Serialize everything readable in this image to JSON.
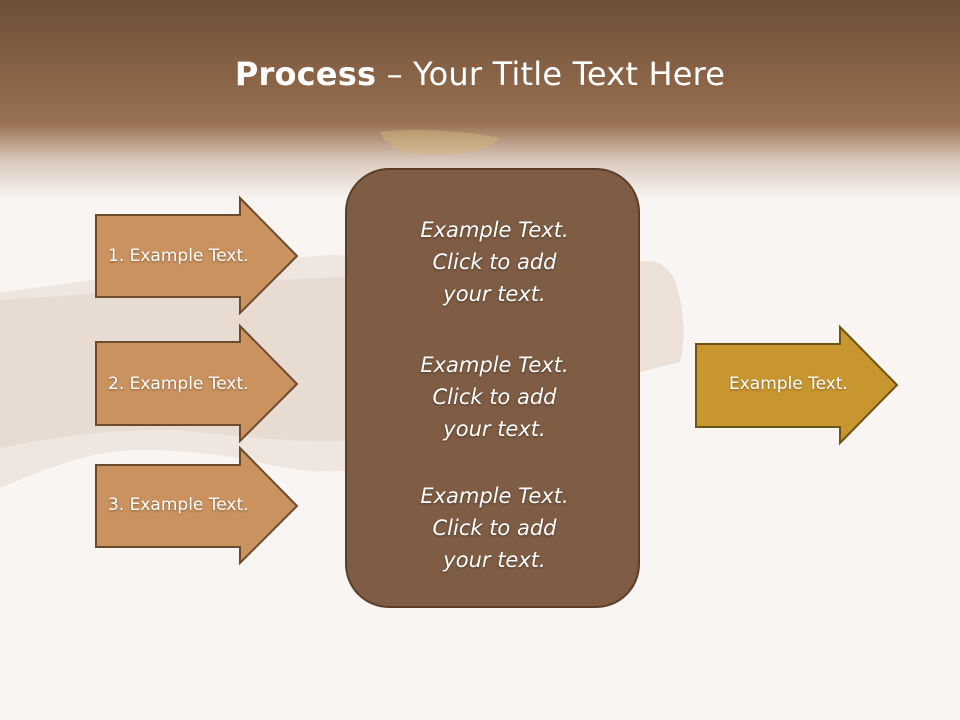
{
  "title": {
    "bold": "Process",
    "rest": " – Your Title Text Here"
  },
  "inputs": [
    {
      "label": "1. Example Text."
    },
    {
      "label": "2. Example Text."
    },
    {
      "label": "3. Example Text."
    }
  ],
  "center": {
    "blocks": [
      {
        "lines": [
          "Example Text.",
          "Click  to add",
          "your text."
        ]
      },
      {
        "lines": [
          "Example Text.",
          "Click  to add",
          "your text."
        ]
      },
      {
        "lines": [
          "Example Text.",
          "Click  to add",
          "your text."
        ]
      }
    ]
  },
  "output": {
    "label": "Example Text."
  },
  "colors": {
    "header": "#8a6447",
    "input_arrow_fill": "#c9925f",
    "input_arrow_stroke": "#6b4a2e",
    "center_box_fill": "#7f5d44",
    "output_arrow_fill": "#c8962f",
    "output_arrow_stroke": "#6e5414"
  }
}
